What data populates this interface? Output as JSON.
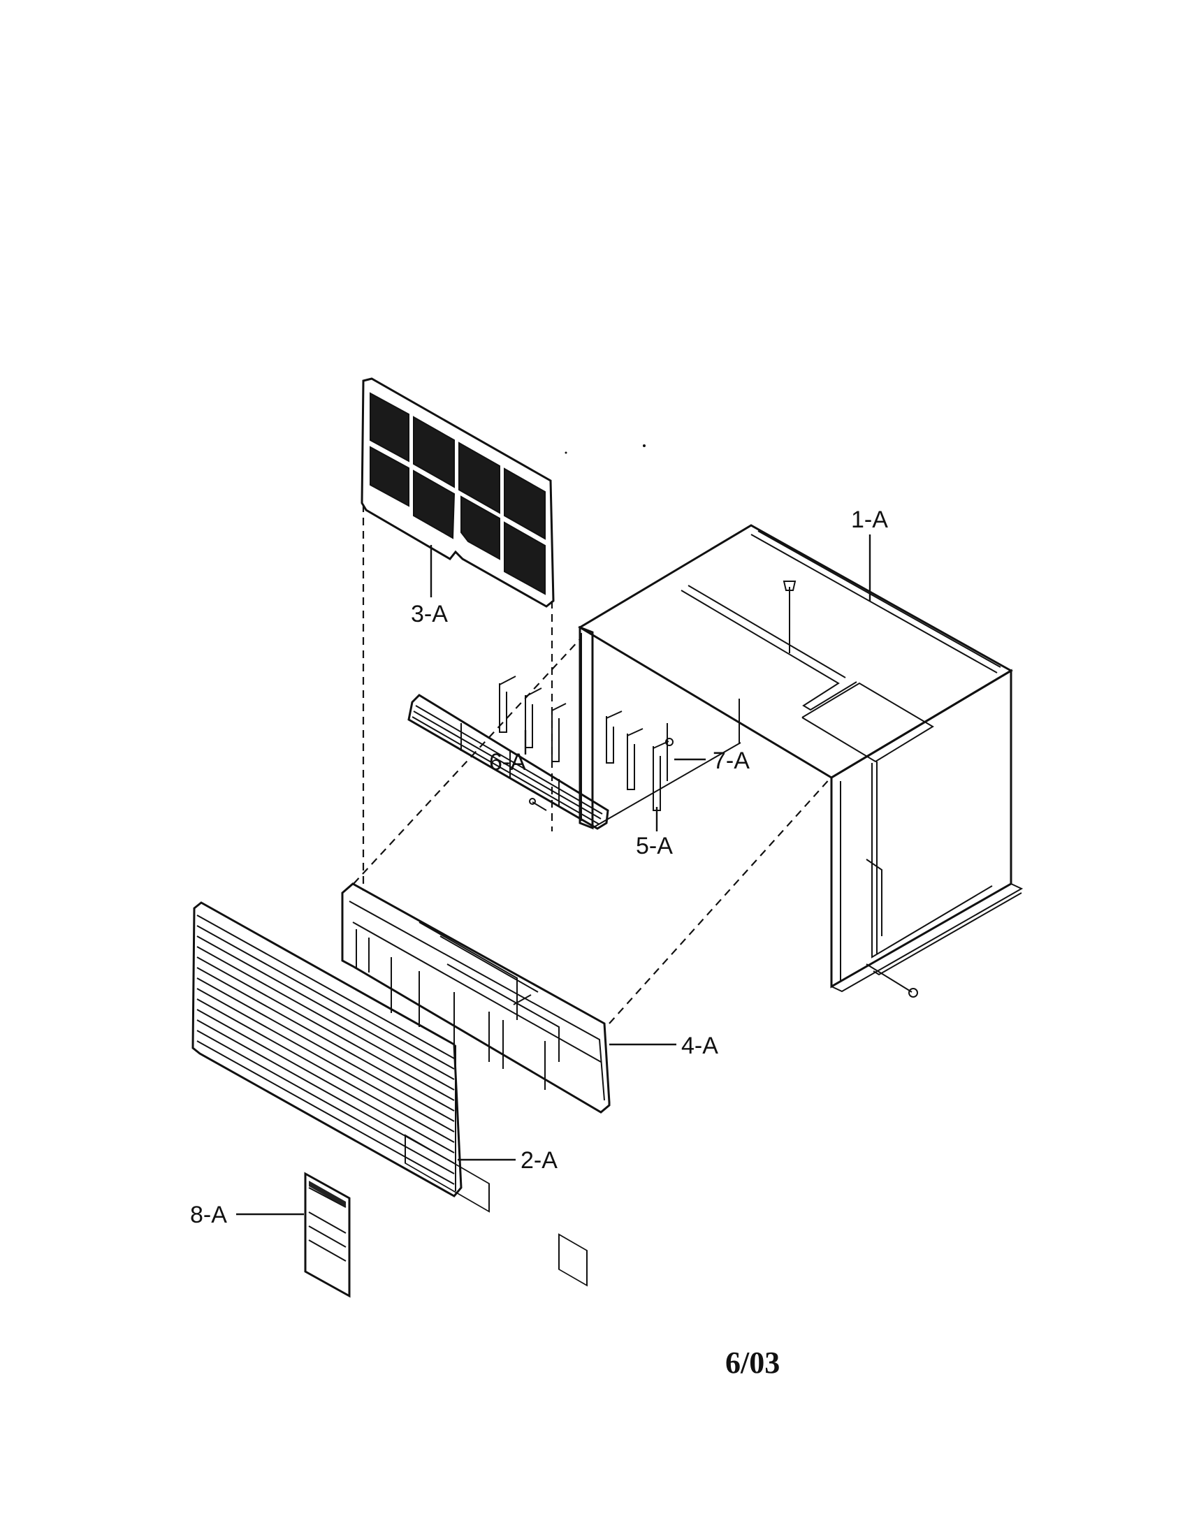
{
  "parts": {
    "cabinet": "1-A",
    "front_grille": "2-A",
    "air_filter": "3-A",
    "front_frame": "4-A",
    "part_5": "5-A",
    "louver_assembly": "6-A",
    "part_7": "7-A",
    "label_card": "8-A"
  },
  "footer": {
    "date_code": "6/03"
  }
}
